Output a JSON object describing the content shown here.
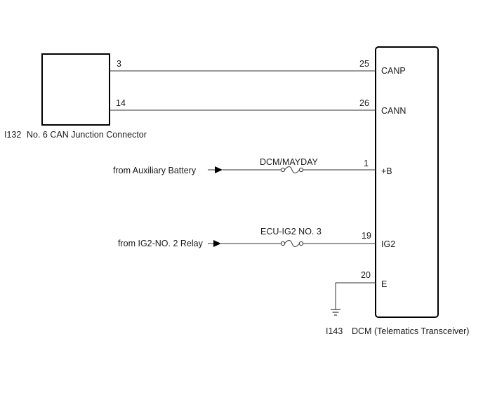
{
  "connector_i132": {
    "code": "I132",
    "name": "No. 6 CAN Junction Connector",
    "pins": {
      "canp": "3",
      "cann": "14"
    }
  },
  "dcm_i143": {
    "code": "I143",
    "name": "DCM (Telematics Transceiver)",
    "pins": [
      {
        "number": "25",
        "terminal": "CANP"
      },
      {
        "number": "26",
        "terminal": "CANN"
      },
      {
        "number": "1",
        "terminal": "+B"
      },
      {
        "number": "19",
        "terminal": "IG2"
      },
      {
        "number": "20",
        "terminal": "E"
      }
    ]
  },
  "sources": {
    "aux_battery": "from Auxiliary Battery",
    "ig2_relay": "from IG2-NO. 2 Relay"
  },
  "fuses": {
    "dcm_mayday": "DCM/MAYDAY",
    "ecu_ig2_no3": "ECU-IG2 NO. 3"
  }
}
